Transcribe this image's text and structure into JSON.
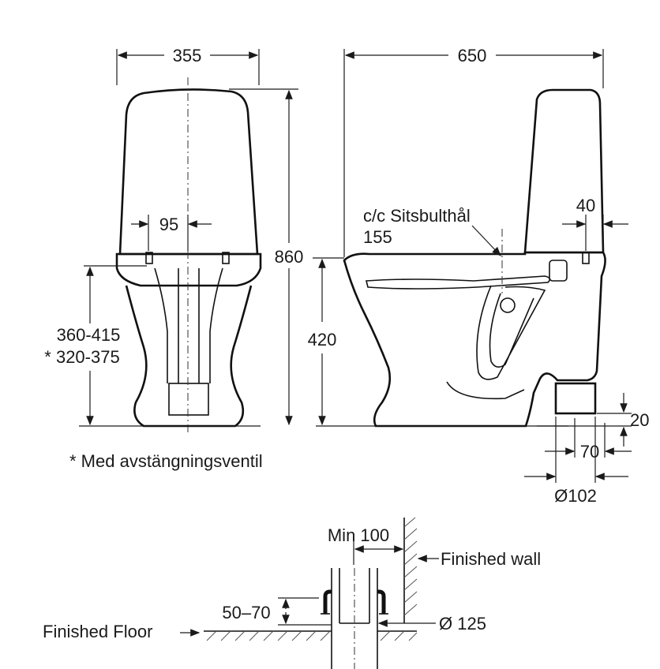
{
  "front_view": {
    "width_label": "355",
    "bolt_spacing_label": "95",
    "height_label": "860",
    "inlet_height_label": "360-415",
    "inlet_height_alt_label": "* 320-375"
  },
  "side_view": {
    "depth_label": "650",
    "seat_bolt_label": "c/c Sitsbulthål",
    "seat_bolt_value": "155",
    "tank_offset_label": "40",
    "seat_height_label": "420",
    "outlet_height_label": "20",
    "outlet_offset_label": "70",
    "outlet_diameter_label": "Ø102"
  },
  "footnote": "* Med avstängningsventil",
  "installation_detail": {
    "min_distance_label": "Min 100",
    "wall_label": "Finished wall",
    "floor_label": "Finished Floor",
    "collar_label": "50–70",
    "pipe_diameter_label": "Ø 125"
  }
}
